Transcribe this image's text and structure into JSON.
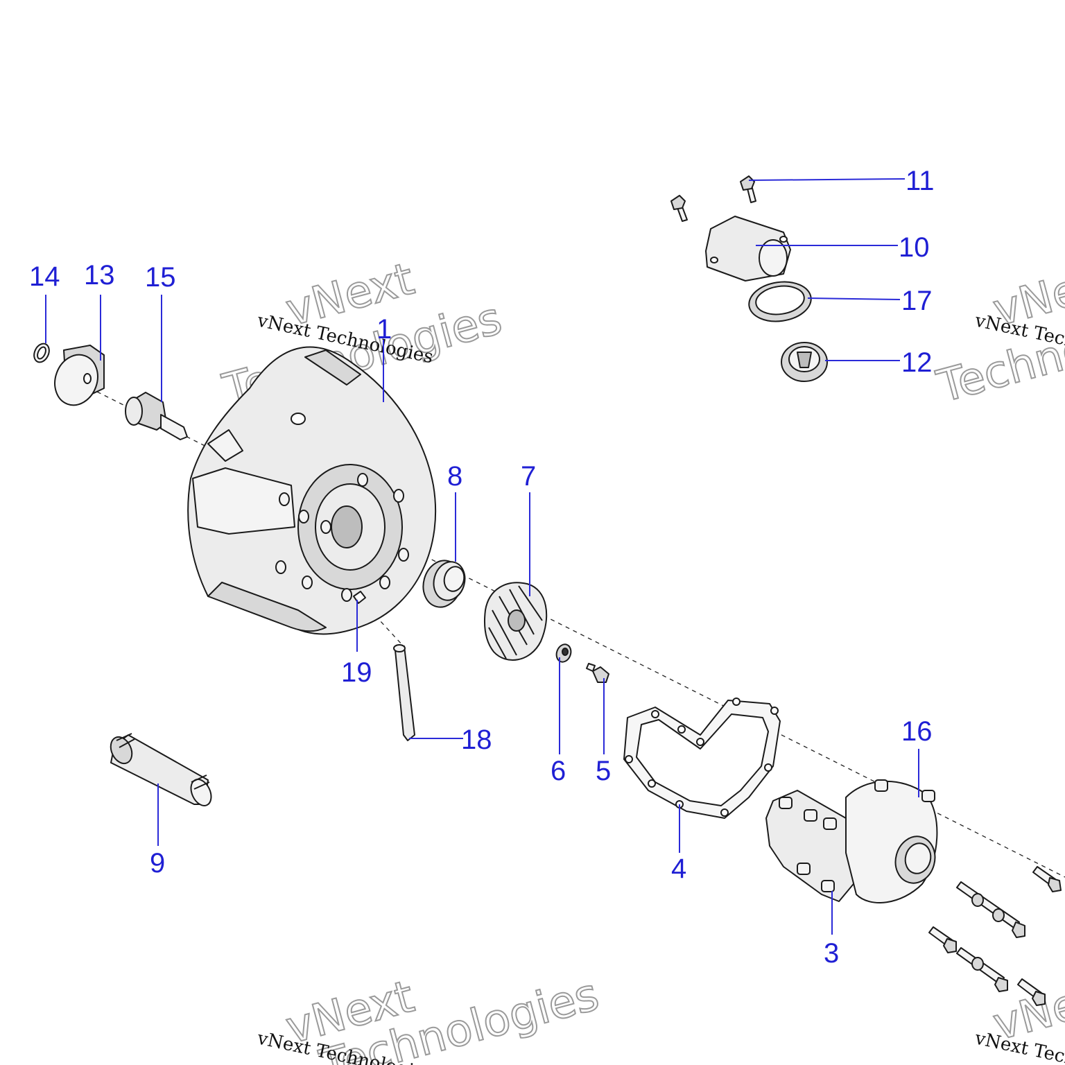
{
  "callouts": {
    "c1": "1",
    "c3": "3",
    "c4": "4",
    "c5": "5",
    "c6": "6",
    "c7": "7",
    "c8": "8",
    "c9": "9",
    "c10": "10",
    "c11": "11",
    "c12": "12",
    "c13": "13",
    "c14": "14",
    "c15": "15",
    "c16": "16",
    "c17": "17",
    "c18": "18",
    "c19": "19"
  },
  "watermark": {
    "line": "vNext Technologies",
    "big1": "vNext",
    "big2": "Technologies"
  },
  "colors": {
    "callout": "#1f1fd4",
    "line": "#1a1a1a"
  }
}
